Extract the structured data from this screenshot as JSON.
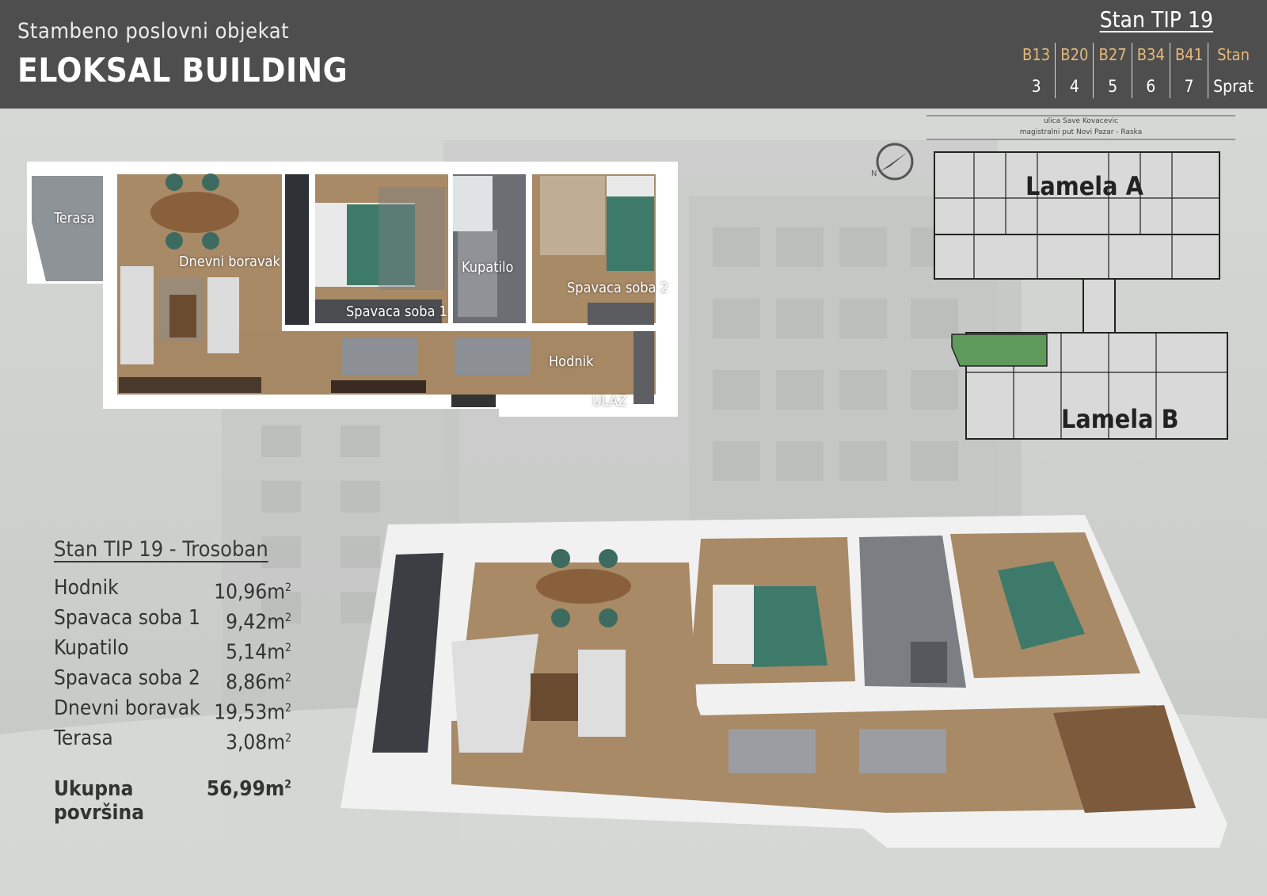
{
  "header": {
    "subtitle": "Stambeno poslovni objekat",
    "title": "ELOKSAL BUILDING",
    "apartment_type": "Stan TIP 19",
    "units": [
      {
        "code": "B13",
        "floor": "3"
      },
      {
        "code": "B20",
        "floor": "4"
      },
      {
        "code": "B27",
        "floor": "5"
      },
      {
        "code": "B34",
        "floor": "6"
      },
      {
        "code": "B41",
        "floor": "7"
      },
      {
        "code": "Stan",
        "floor": "Sprat"
      }
    ],
    "colors": {
      "header_bg": "#4e4e4e",
      "accent": "#e7b877"
    }
  },
  "floor_plan": {
    "rooms": {
      "terasa": "Terasa",
      "dnevni_boravak": "Dnevni boravak",
      "spavaca_soba_1": "Spavaca soba 1",
      "kupatilo": "Kupatilo",
      "spavaca_soba_2": "Spavaca soba 2",
      "hodnik": "Hodnik",
      "ulaz": "ULAZ"
    }
  },
  "key_plan": {
    "street_1": "ulica Save Kovacevic",
    "street_2": "magistralni put Novi Pazar - Raska",
    "lamela_a": "Lamela A",
    "lamela_b": "Lamela B",
    "compass_letter": "N",
    "highlight_color": "#5e9a5c"
  },
  "areas": {
    "title": "Stan TIP 19 - Trosoban",
    "rows": [
      {
        "name": "Hodnik",
        "value": "10,96m"
      },
      {
        "name": "Spavaca soba 1",
        "value": "9,42m"
      },
      {
        "name": "Kupatilo",
        "value": "5,14m"
      },
      {
        "name": "Spavaca soba 2",
        "value": "8,86m"
      },
      {
        "name": "Dnevni boravak",
        "value": "19,53m"
      },
      {
        "name": "Terasa",
        "value": "3,08m"
      }
    ],
    "unit_sup": "2",
    "total_label": "Ukupna površina",
    "total_value": "56,99m"
  }
}
